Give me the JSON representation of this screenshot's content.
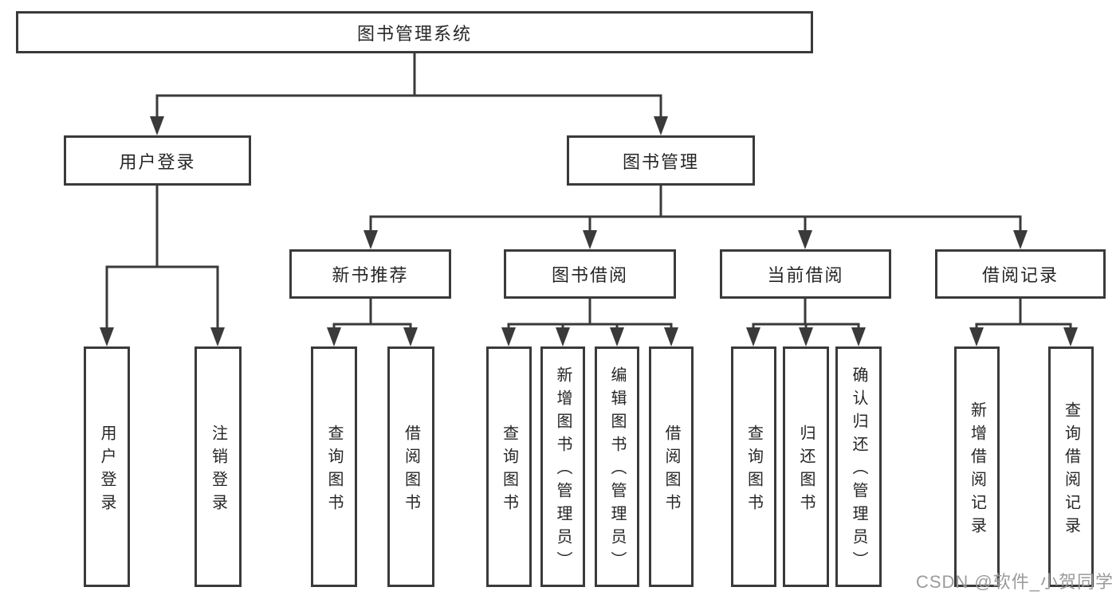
{
  "diagram": {
    "title": "图书管理系统",
    "nodes": {
      "root": {
        "label": "图书管理系统"
      },
      "level2": [
        {
          "label": "用户登录"
        },
        {
          "label": "图书管理"
        }
      ],
      "level3": [
        {
          "label": "新书推荐",
          "parent": "图书管理"
        },
        {
          "label": "图书借阅",
          "parent": "图书管理"
        },
        {
          "label": "当前借阅",
          "parent": "图书管理"
        },
        {
          "label": "借阅记录",
          "parent": "图书管理"
        }
      ],
      "leaves": [
        {
          "label": "用户登录",
          "parent": "用户登录"
        },
        {
          "label": "注销登录",
          "parent": "用户登录"
        },
        {
          "label": "查询图书",
          "parent": "新书推荐"
        },
        {
          "label": "借阅图书",
          "parent": "新书推荐"
        },
        {
          "label": "查询图书",
          "parent": "图书借阅"
        },
        {
          "label": "新增图书（管理员）",
          "parent": "图书借阅"
        },
        {
          "label": "编辑图书（管理员）",
          "parent": "图书借阅"
        },
        {
          "label": "借阅图书",
          "parent": "图书借阅"
        },
        {
          "label": "查询图书",
          "parent": "当前借阅"
        },
        {
          "label": "归还图书",
          "parent": "当前借阅"
        },
        {
          "label": "确认归还（管理员）",
          "parent": "当前借阅"
        },
        {
          "label": "新增借阅记录",
          "parent": "借阅记录"
        },
        {
          "label": "查询借阅记录",
          "parent": "借阅记录"
        }
      ]
    },
    "watermark": "CSDN @软件_小贺同学",
    "colors": {
      "line": "#3a3a3a",
      "text": "#262626",
      "box_background": "#ffffff",
      "watermark": "#9b9b9b"
    }
  }
}
